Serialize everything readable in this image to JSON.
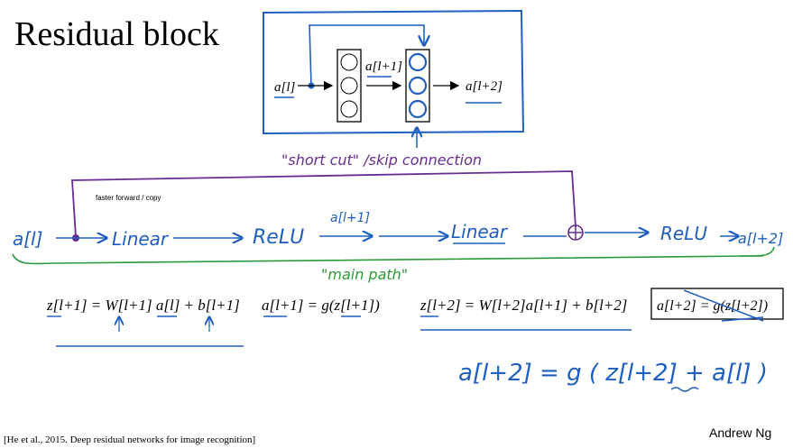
{
  "title": "Residual block",
  "top_block": {
    "input": "a[l]",
    "middle": "a[l+1]",
    "output": "a[l+2]"
  },
  "shortcut_label": "\"short cut\" /skip connection",
  "faster_label": "faster forward / copy",
  "main_path": {
    "input": "a[l]",
    "steps": [
      "Linear",
      "ReLU",
      "Linear",
      "ReLU"
    ],
    "middle_label": "a[l+1]",
    "output": "a[l+2]",
    "label": "\"main path\""
  },
  "equations": {
    "eq1": "z[l+1] = W[l+1] a[l] + b[l+1]",
    "eq2": "a[l+1] = g(z[l+1])",
    "eq3": "z[l+2] = W[l+2]a[l+1] + b[l+2]",
    "eq4": "a[l+2] = g(z[l+2])",
    "handwritten": "a[l+2] = g ( z[l+2] + a[l] )"
  },
  "citation": "[He et al., 2015. Deep residual networks for image recognition]",
  "author": "Andrew Ng",
  "colors": {
    "blue": "#1f5fbf",
    "purple": "#6a2c91",
    "green": "#2c9a3a",
    "black": "#000000"
  }
}
